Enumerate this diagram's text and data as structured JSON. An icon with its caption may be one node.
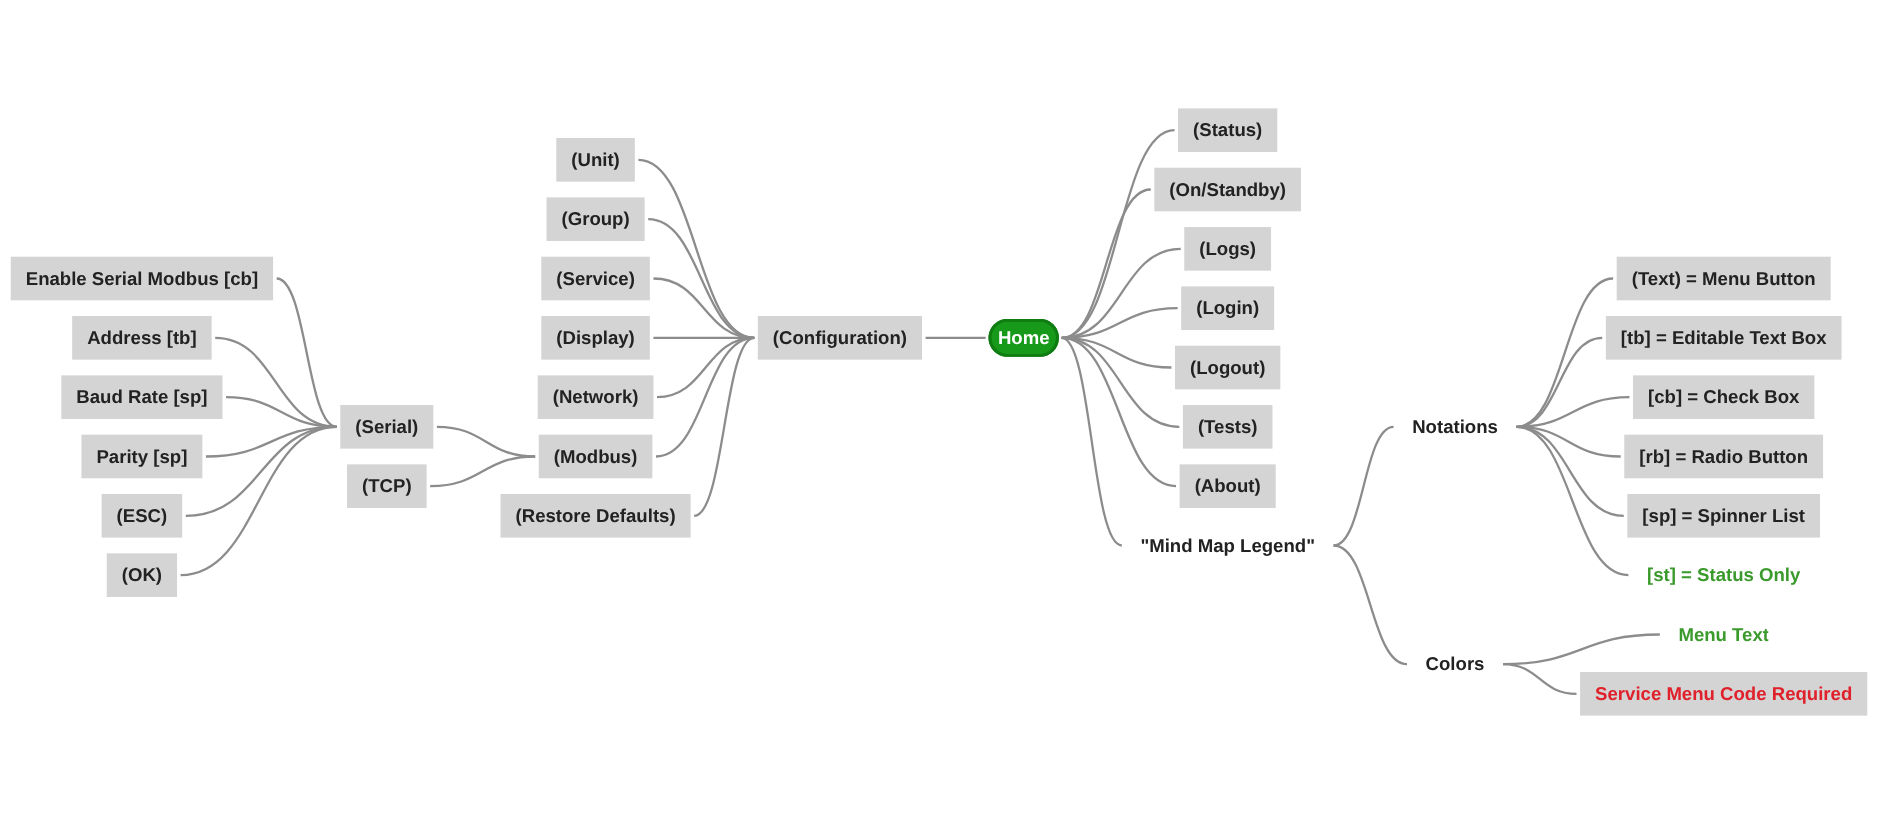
{
  "diagram": {
    "nodes": [
      {
        "text": [
          "Home"
        ]
      },
      {
        "text": [
          "(Status)"
        ]
      },
      {
        "text": [
          "(On/Standby)"
        ]
      },
      {
        "text": [
          "(Logs)"
        ]
      },
      {
        "text": [
          "(Login)"
        ]
      },
      {
        "text": [
          "(Logout)"
        ]
      },
      {
        "text": [
          "(Tests)"
        ]
      },
      {
        "text": [
          "(About)"
        ]
      },
      {
        "text": [
          "(Configuration)"
        ]
      },
      {
        "text": [
          "(Unit)"
        ]
      },
      {
        "text": [
          "(Group)"
        ]
      },
      {
        "text": [
          "(Service)"
        ]
      },
      {
        "text": [
          "(Display)"
        ]
      },
      {
        "text": [
          "(Network)"
        ]
      },
      {
        "text": [
          "(Modbus)"
        ]
      },
      {
        "text": [
          "(Restore Defaults)"
        ]
      },
      {
        "text": [
          "(Serial)"
        ]
      },
      {
        "text": [
          "(TCP)"
        ]
      },
      {
        "text": [
          "Enable Serial Modbus [cb]"
        ]
      },
      {
        "text": [
          "Address [tb]"
        ]
      },
      {
        "text": [
          "Baud Rate [sp]"
        ]
      },
      {
        "text": [
          "Parity [sp]"
        ]
      },
      {
        "text": [
          "(ESC)"
        ]
      },
      {
        "text": [
          "(OK)"
        ]
      },
      {
        "text": [
          "\"Mind Map Legend\""
        ]
      },
      {
        "text": [
          "Notations"
        ]
      },
      {
        "text": [
          "Colors"
        ]
      },
      {
        "text": [
          "(Text) = Menu Button"
        ]
      },
      {
        "text": [
          "[tb] = Editable Text Box"
        ]
      },
      {
        "text": [
          "[cb] = Check Box"
        ]
      },
      {
        "text": [
          "[rb] = Radio Button"
        ]
      },
      {
        "text": [
          "[sp] = Spinner List"
        ]
      },
      {
        "text": [
          "[st] = Status Only"
        ]
      },
      {
        "text": [
          "Menu Text"
        ]
      },
      {
        "text": [
          "Service Menu Code Required"
        ]
      }
    ],
    "edges": [
      {
        "from": 0,
        "to": 1,
        "arrow": "none"
      },
      {
        "from": 0,
        "to": 2,
        "arrow": "none"
      },
      {
        "from": 0,
        "to": 3,
        "arrow": "none"
      },
      {
        "from": 0,
        "to": 4,
        "arrow": "none"
      },
      {
        "from": 0,
        "to": 5,
        "arrow": "none"
      },
      {
        "from": 0,
        "to": 6,
        "arrow": "none"
      },
      {
        "from": 0,
        "to": 7,
        "arrow": "none"
      },
      {
        "from": 0,
        "to": 8,
        "arrow": "none"
      },
      {
        "from": 8,
        "to": 9,
        "arrow": "none"
      },
      {
        "from": 8,
        "to": 10,
        "arrow": "none"
      },
      {
        "from": 8,
        "to": 11,
        "arrow": "none"
      },
      {
        "from": 8,
        "to": 12,
        "arrow": "none"
      },
      {
        "from": 8,
        "to": 13,
        "arrow": "none"
      },
      {
        "from": 8,
        "to": 14,
        "arrow": "none"
      },
      {
        "from": 8,
        "to": 15,
        "arrow": "none"
      },
      {
        "from": 14,
        "to": 16,
        "arrow": "none"
      },
      {
        "from": 14,
        "to": 17,
        "arrow": "none"
      },
      {
        "from": 16,
        "to": 18,
        "arrow": "none"
      },
      {
        "from": 16,
        "to": 19,
        "arrow": "none"
      },
      {
        "from": 16,
        "to": 20,
        "arrow": "none"
      },
      {
        "from": 16,
        "to": 21,
        "arrow": "none"
      },
      {
        "from": 16,
        "to": 22,
        "arrow": "none"
      },
      {
        "from": 16,
        "to": 23,
        "arrow": "none"
      },
      {
        "from": 0,
        "to": 24,
        "arrow": "none"
      },
      {
        "from": 24,
        "to": 25,
        "arrow": "none"
      },
      {
        "from": 24,
        "to": 26,
        "arrow": "none"
      },
      {
        "from": 25,
        "to": 27,
        "arrow": "none"
      },
      {
        "from": 25,
        "to": 28,
        "arrow": "none"
      },
      {
        "from": 25,
        "to": 29,
        "arrow": "none"
      },
      {
        "from": 25,
        "to": 30,
        "arrow": "none"
      },
      {
        "from": 25,
        "to": 31,
        "arrow": "none"
      },
      {
        "from": 25,
        "to": 32,
        "arrow": "none"
      },
      {
        "from": 26,
        "to": 33,
        "arrow": "none"
      },
      {
        "from": 26,
        "to": 34,
        "arrow": "none"
      }
    ]
  }
}
